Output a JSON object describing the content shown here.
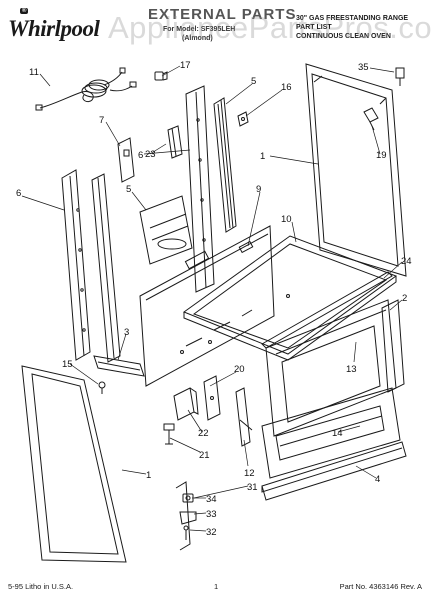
{
  "header": {
    "logo_text": "Whirlpool",
    "logo_mark": "®",
    "title": "EXTERNAL PARTS",
    "model": "For Model: SF395LEH",
    "color": "(Almond)",
    "range_description": "30\" GAS FREESTANDING RANGE",
    "part_list": "PART LIST",
    "oven_description": "CONTINUOUS CLEAN OVEN",
    "watermark": "AppliancePartsPros.com"
  },
  "callouts": [
    "11",
    "17",
    "5",
    "16",
    "35",
    "7",
    "23",
    "6",
    "19",
    "1",
    "6",
    "5",
    "9",
    "10",
    "24",
    "2",
    "3",
    "13",
    "15",
    "20",
    "22",
    "4",
    "21",
    "14",
    "12",
    "31",
    "34",
    "33",
    "32",
    "1"
  ],
  "footer": {
    "litho": "5-95 Litho in U.S.A.",
    "page_number": "1",
    "part_number": "Part No. 4363146 Rev. A"
  }
}
